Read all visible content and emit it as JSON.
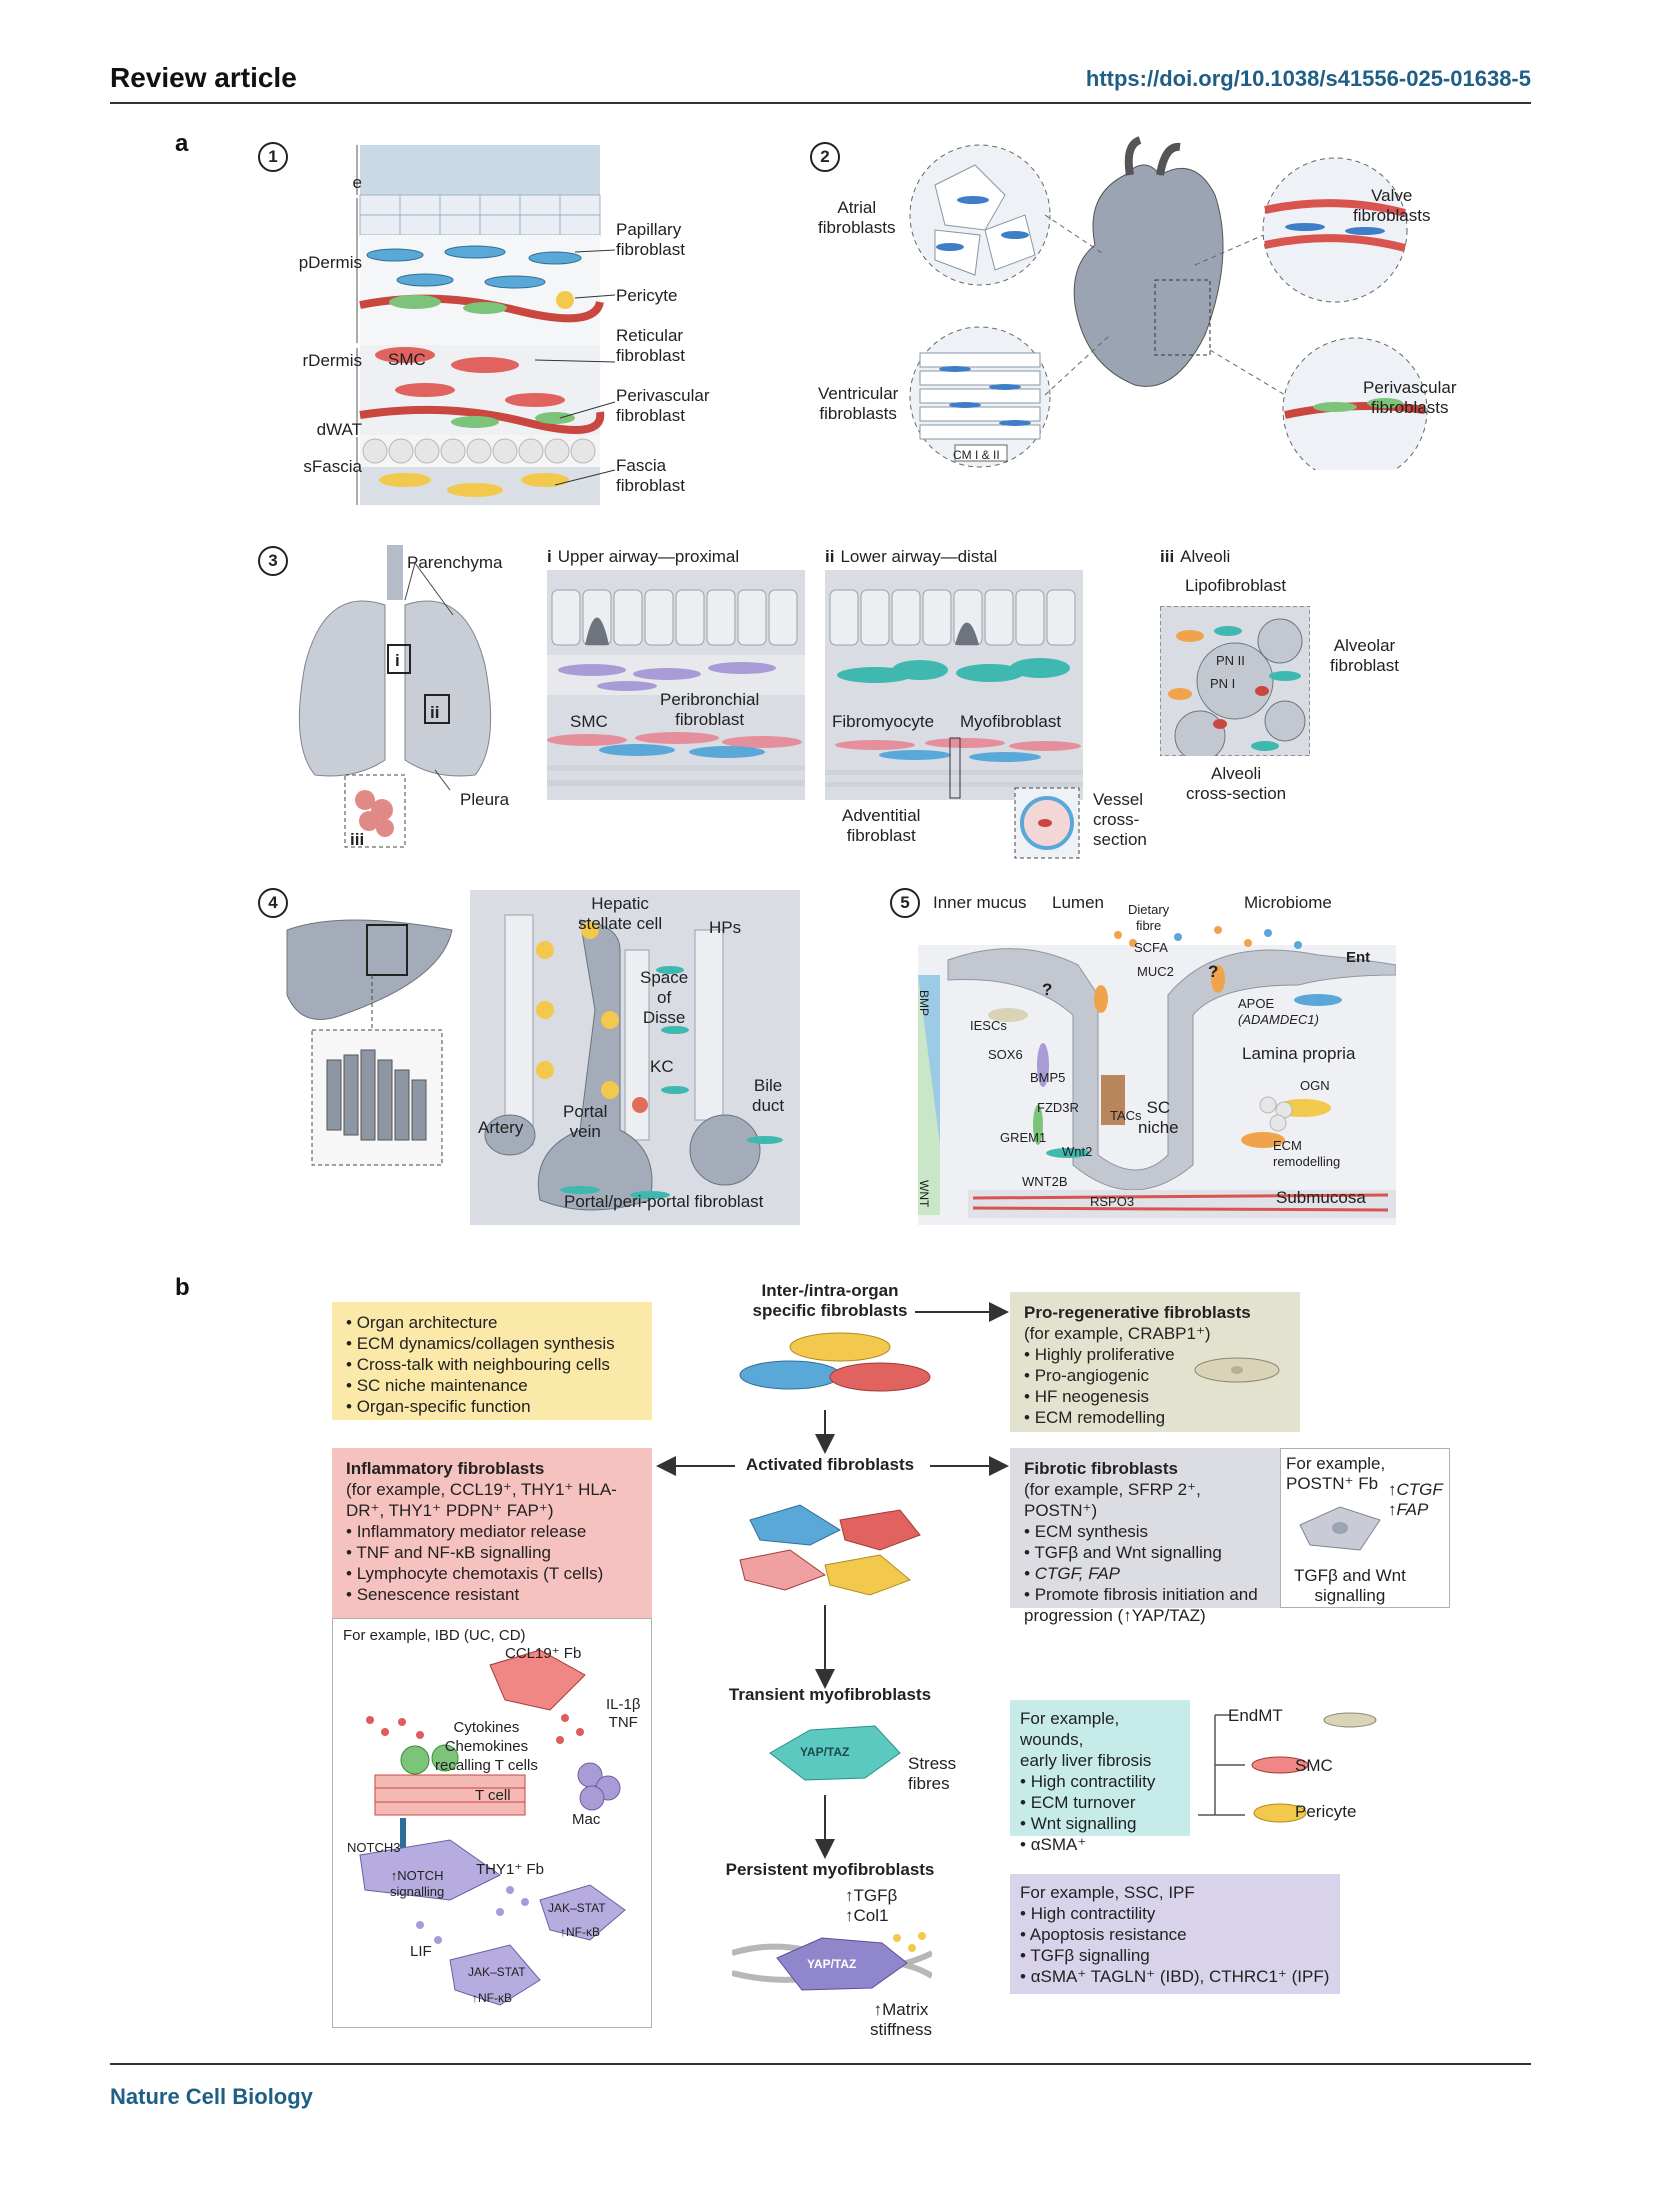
{
  "header": {
    "title": "Review article",
    "doi": "https://doi.org/10.1038/s41556-025-01638-5"
  },
  "footer": {
    "journal": "Nature Cell Biology"
  },
  "panel_a": {
    "letter": "a",
    "skin": {
      "num": "1",
      "layers": [
        "e",
        "pDermis",
        "rDermis",
        "dWAT",
        "sFascia"
      ],
      "smc": "SMC",
      "cells": [
        "Papillary\nfibroblast",
        "Pericyte",
        "Reticular\nfibroblast",
        "Perivascular\nfibroblast",
        "Fascia\nfibroblast"
      ]
    },
    "heart": {
      "num": "2",
      "atrial": "Atrial\nfibroblasts",
      "ventricular": "Ventricular\nfibroblasts",
      "valve": "Valve\nfibroblasts",
      "perivascular": "Perivascular\nfibroblasts",
      "cm": "CM I & II"
    },
    "lung": {
      "num": "3",
      "parenchyma": "Parenchyma",
      "pleura": "Pleura",
      "box_i": "i",
      "box_ii": "ii",
      "box_iii": "iii",
      "upper": {
        "num": "i",
        "title": "Upper airway—proximal",
        "smc": "SMC",
        "peri": "Peribronchial\nfibroblast"
      },
      "lower": {
        "num": "ii",
        "title": "Lower airway—distal",
        "fibromyocyte": "Fibromyocyte",
        "myofibroblast": "Myofibroblast",
        "adventitial": "Adventitial\nfibroblast",
        "vessel": "Vessel\ncross-\nsection"
      },
      "alveoli": {
        "num": "iii",
        "title": "Alveoli",
        "lipo": "Lipofibroblast",
        "alveolar": "Alveolar\nfibroblast",
        "pn2": "PN II",
        "pn1": "PN I",
        "cross": "Alveoli\ncross-section"
      }
    },
    "liver": {
      "num": "4",
      "hsc": "Hepatic\nstellate cell",
      "hps": "HPs",
      "disse": "Space\nof\nDisse",
      "kc": "KC",
      "artery": "Artery",
      "portal": "Portal\nvein",
      "bile": "Bile\nduct",
      "pp_fib": "Portal/peri-portal fibroblast"
    },
    "gut": {
      "num": "5",
      "inner_mucus": "Inner mucus",
      "lumen": "Lumen",
      "dietary": "Dietary\nfibre",
      "scfa": "SCFA",
      "microbiome": "Microbiome",
      "ent": "Ent",
      "muc2": "MUC2",
      "iescs": "IESCs",
      "sox6": "SOX6",
      "bmp5": "BMP5",
      "fzd3r": "FZD3R",
      "tacs": "TACs",
      "grem1": "GREM1",
      "wnt2": "Wnt2",
      "wnt2b": "WNT2B",
      "rspo3": "RSPO3",
      "sc_niche": "SC\nniche",
      "apoe": "APOE",
      "adamdec1": "(ADAMDEC1)",
      "lamina": "Lamina propria",
      "ogn": "OGN",
      "ecm": "ECM\nremodelling",
      "submucosa": "Submucosa",
      "bmp": "BMP",
      "wnt": "WNT",
      "q": "?"
    }
  },
  "panel_b": {
    "letter": "b",
    "functions": [
      "Organ architecture",
      "ECM dynamics/collagen synthesis",
      "Cross-talk with neighbouring cells",
      "SC niche maintenance",
      "Organ-specific function"
    ],
    "flow": {
      "specific": "Inter-/intra-organ\nspecific fibroblasts",
      "activated": "Activated fibroblasts",
      "transient": "Transient myofibroblasts",
      "persistent": "Persistent myofibroblasts"
    },
    "pro_regen": {
      "title": "Pro-regenerative fibroblasts",
      "example": "(for example, CRABP1⁺)",
      "items": [
        "Highly proliferative",
        "Pro-angiogenic",
        "HF neogenesis",
        "ECM remodelling"
      ]
    },
    "inflammatory": {
      "title": "Inflammatory fibroblasts",
      "example": "(for example, CCL19⁺, THY1⁺ HLA-DR⁺, THY1⁺ PDPN⁺ FAP⁺)",
      "items": [
        "Inflammatory mediator release",
        "TNF and NF-κB signalling",
        "Lymphocyte chemotaxis (T cells)",
        "Senescence resistant"
      ]
    },
    "ibd": {
      "example": "For example, IBD (UC, CD)",
      "ccl19": "CCL19⁺ Fb",
      "il1b": "IL-1β\nTNF",
      "cytokines": "Cytokines\nChemokines\nrecalling T cells",
      "tcell": "T cell",
      "mac": "Mac",
      "notch3": "NOTCH3",
      "notch_sig": "↑NOTCH\nsignalling",
      "thy1": "THY1⁺ Fb",
      "jak1": "JAK–STAT",
      "nfkb1": "↑NF-κB",
      "lif": "LIF",
      "jak2": "JAK–STAT",
      "nfkb2": "↑NF-κB"
    },
    "fibrotic": {
      "title": "Fibrotic fibroblasts",
      "example": "(for example, SFRP 2⁺, POSTN⁺)",
      "items": [
        "ECM synthesis",
        "TGFβ and Wnt signalling",
        "CTGF, FAP",
        "Promote fibrosis initiation and progression (↑YAP/TAZ)"
      ],
      "side_example": "For example,\nPOSTN⁺ Fb",
      "ctgf": "↑CTGF",
      "fap": "↑FAP",
      "tgf_wnt": "TGFβ and Wnt\nsignalling"
    },
    "transient": {
      "yap": "YAP/TAZ",
      "stress": "Stress\nfibres",
      "example": "For example, wounds,\nearly liver fibrosis",
      "items": [
        "High contractility",
        "ECM turnover",
        "Wnt signalling",
        "αSMA⁺"
      ],
      "endmt": "EndMT",
      "smc": "SMC",
      "pericyte": "Pericyte"
    },
    "persistent": {
      "tgfb": "↑TGFβ",
      "col1": "↑Col1",
      "yap": "YAP/TAZ",
      "matrix": "↑Matrix\nstiffness",
      "example": "For example, SSC, IPF",
      "items": [
        "High contractility",
        "Apoptosis resistance",
        "TGFβ signalling",
        "αSMA⁺ TAGLN⁺ (IBD), CTHRC1⁺ (IPF)"
      ]
    }
  },
  "colors": {
    "fib_blue": "#5aa8d8",
    "fib_red": "#e0635f",
    "fib_yellow": "#f2c94c",
    "fib_green": "#7cc47a",
    "fib_teal": "#3fb8b0",
    "fib_purple": "#a99bd6",
    "box_yellow": "#fbe9a9",
    "box_olive": "#e3e2cf",
    "box_pink": "#f6c2bf",
    "box_gray": "#dcdde3",
    "box_teal": "#c6ebe9",
    "box_lilac": "#d8d3ea",
    "link": "#1f5f86"
  }
}
